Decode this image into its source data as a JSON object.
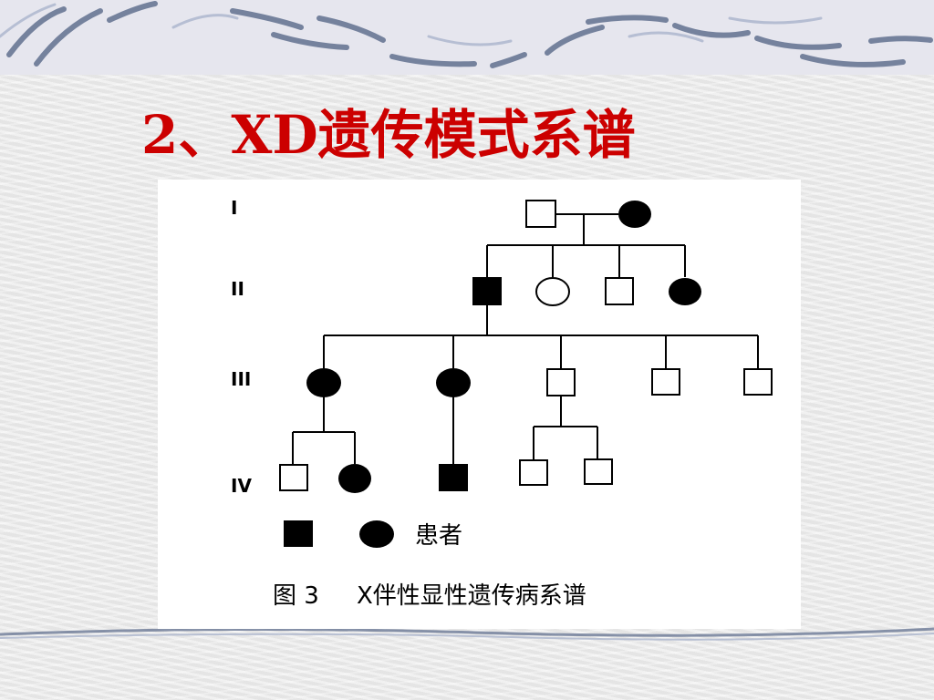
{
  "slide": {
    "title": "2、XD遗传模式系谱"
  },
  "pedigree": {
    "generations": [
      "I",
      "II",
      "III",
      "IV"
    ],
    "legend": {
      "affected_label": "患者"
    },
    "caption": {
      "figure_number": "图 3",
      "text": "X伴性显性遗传病系谱"
    },
    "colors": {
      "title": "#cc0000",
      "affected": "#000000",
      "unaffected": "#ffffff"
    }
  }
}
